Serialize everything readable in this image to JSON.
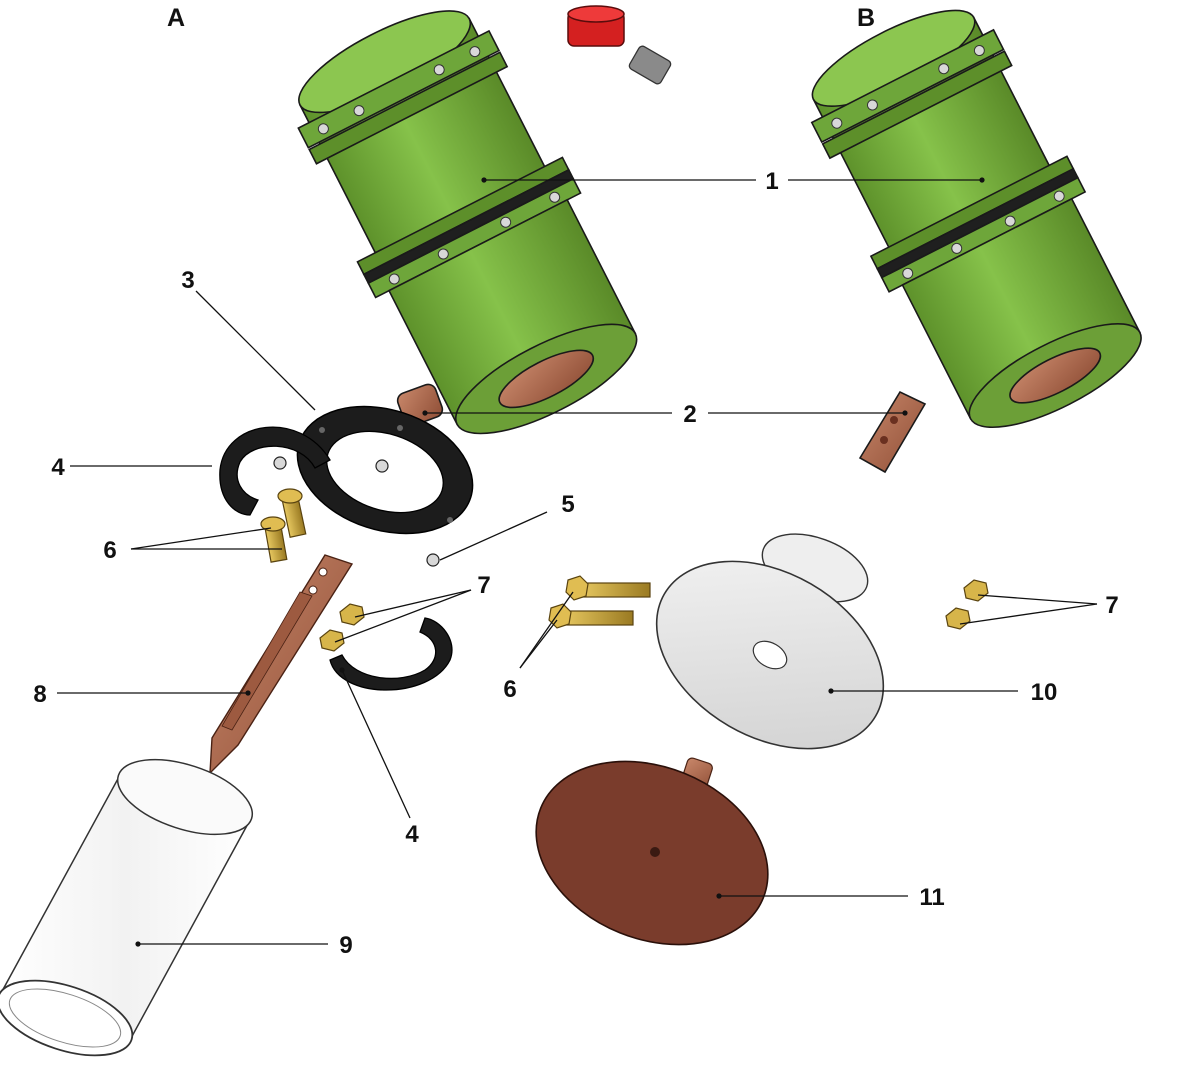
{
  "panels": {
    "a": "A",
    "b": "B"
  },
  "labels": {
    "l1": "1",
    "l2": "2",
    "l3": "3",
    "l4a": "4",
    "l4b": "4",
    "l5": "5",
    "l6a": "6",
    "l6b": "6",
    "l7a": "7",
    "l7b": "7",
    "l8": "8",
    "l9": "9",
    "l10": "10",
    "l11": "11"
  },
  "colors": {
    "body_green": "#7cb83f",
    "body_green_dark": "#5d8f2a",
    "copper": "#b06a4a",
    "copper_dark": "#8a4a34",
    "brass": "#c8a23a",
    "clamp_black": "#1c1c1c",
    "disk_gray": "#e4e4e4",
    "cap_red": "#d42020"
  }
}
